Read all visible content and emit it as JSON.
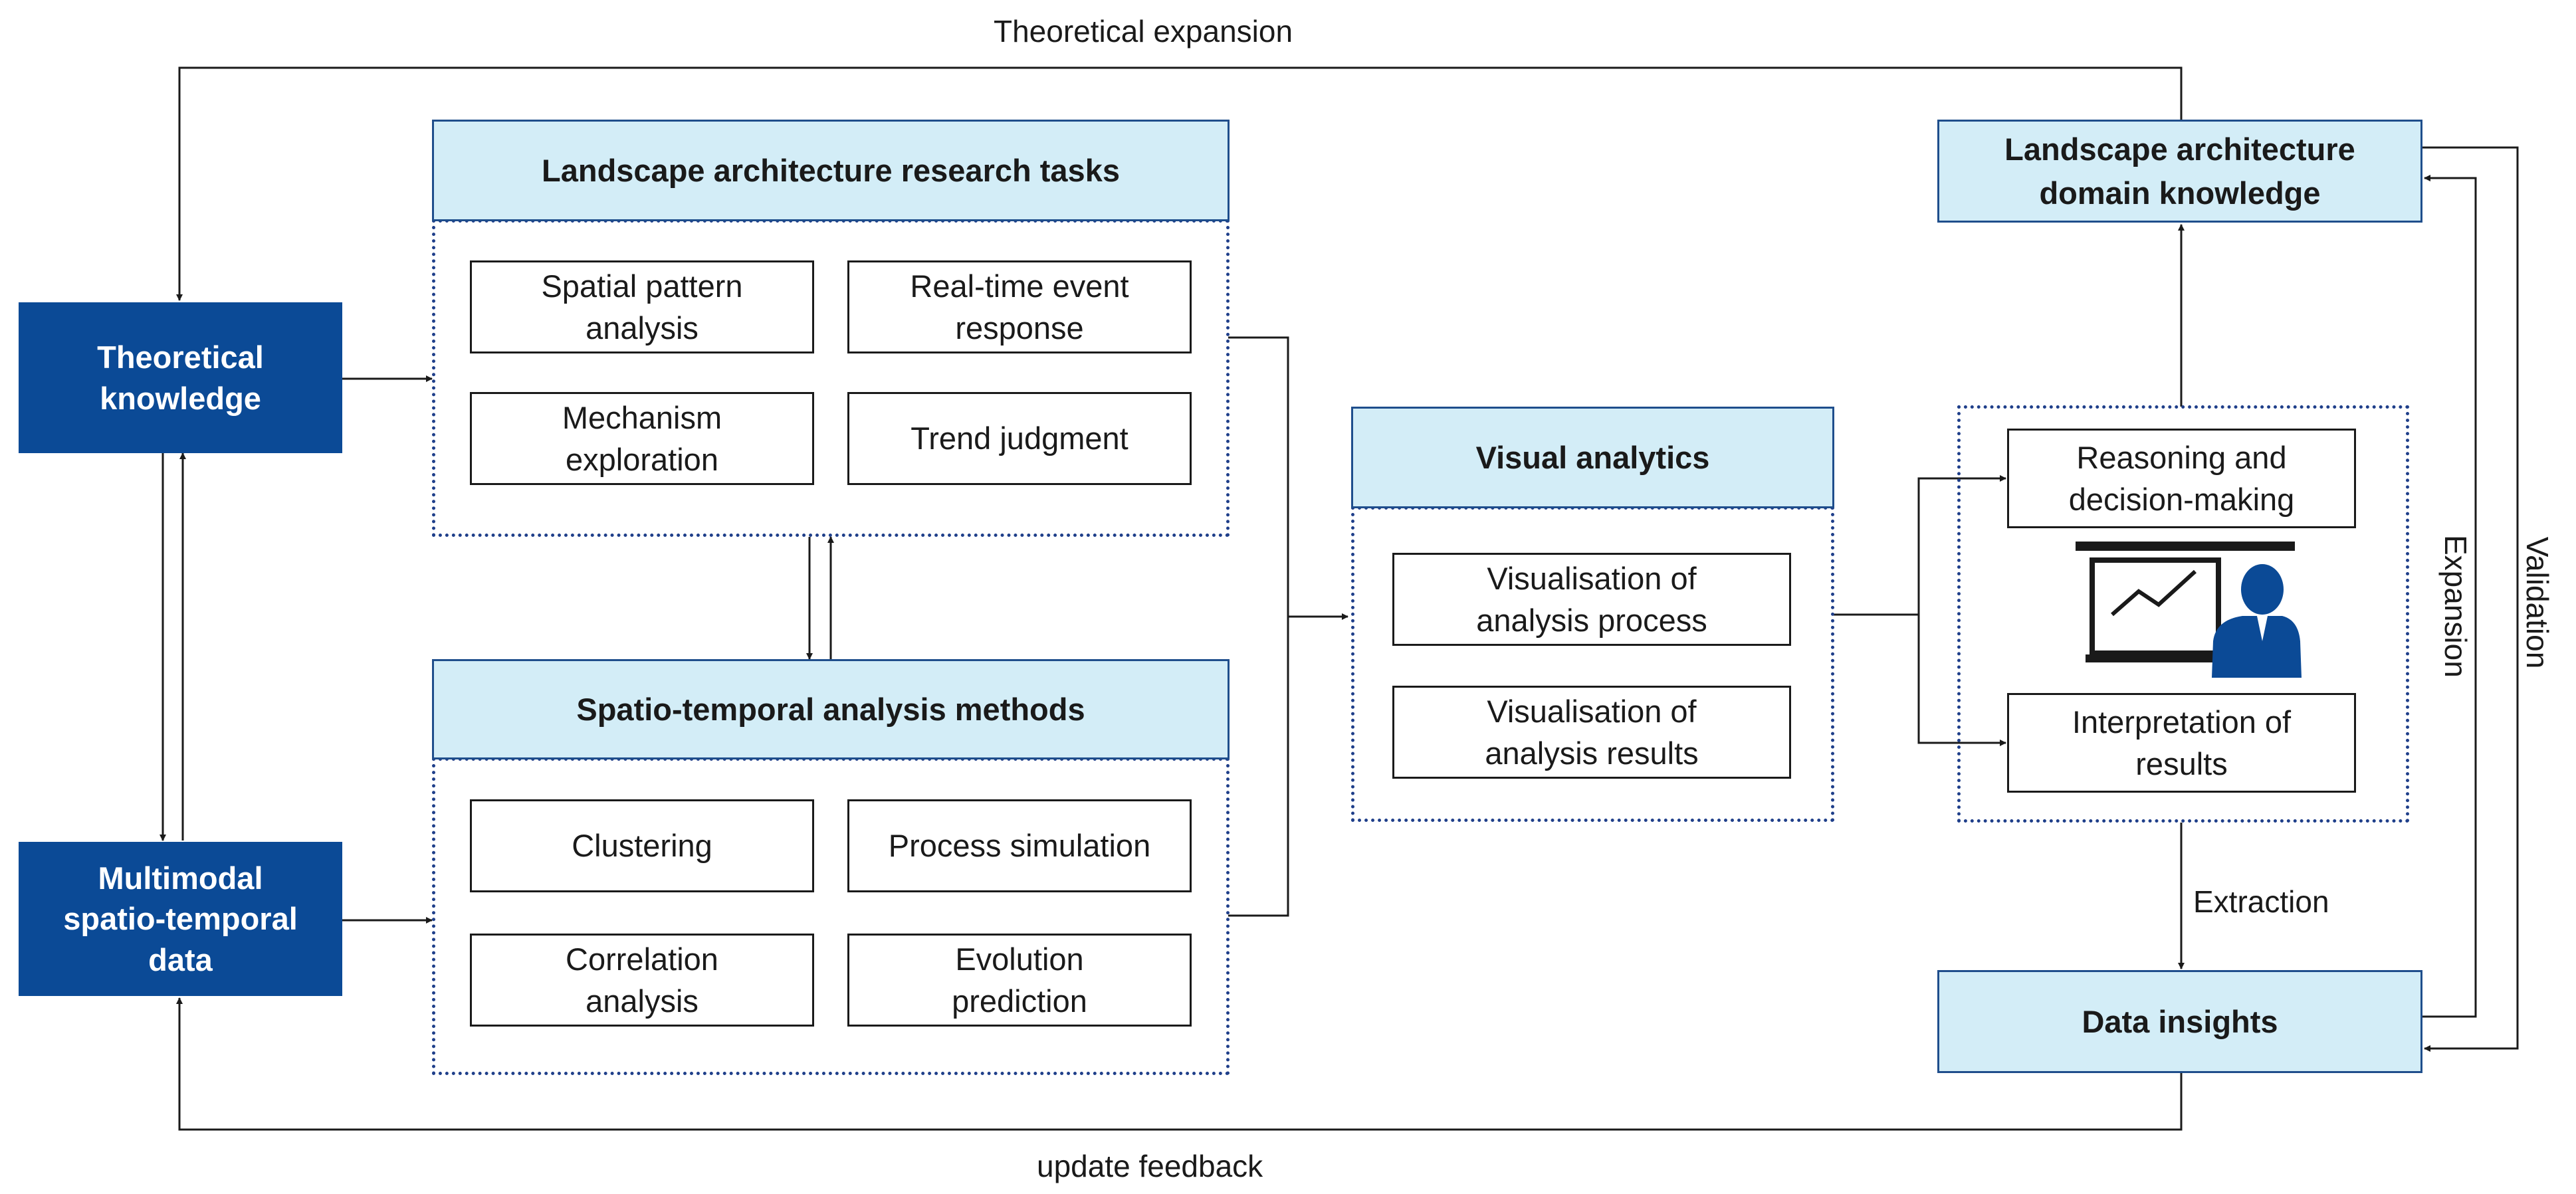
{
  "theoretical_knowledge": "Theoretical\nknowledge",
  "multimodal_data": "Multimodal\nspatio-temporal\ndata",
  "research_tasks": {
    "title": "Landscape architecture research tasks",
    "items": [
      "Spatial pattern\nanalysis",
      "Real-time event\nresponse",
      "Mechanism\nexploration",
      "Trend judgment"
    ]
  },
  "analysis_methods": {
    "title": "Spatio-temporal analysis methods",
    "items": [
      "Clustering",
      "Process simulation",
      "Correlation\nanalysis",
      "Evolution\nprediction"
    ]
  },
  "visual_analytics": {
    "title": "Visual analytics",
    "items": [
      "Visualisation of\nanalysis process",
      "Visualisation of\nanalysis results"
    ]
  },
  "human_panel": {
    "reasoning": "Reasoning and\ndecision-making",
    "interpretation": "Interpretation of\nresults",
    "icon": "presenter-icon"
  },
  "domain_knowledge": "Landscape architecture\ndomain knowledge",
  "data_insights": "Data insights",
  "edge_labels": {
    "theoretical_expansion": "Theoretical expansion",
    "update_feedback": "update feedback",
    "extraction": "Extraction",
    "expansion": "Expansion",
    "validation": "Validation"
  },
  "colors": {
    "navy": "#0b4a96",
    "light_blue": "#d3edf7",
    "border_blue": "#1f4e8c",
    "line": "#1a1a1a"
  }
}
